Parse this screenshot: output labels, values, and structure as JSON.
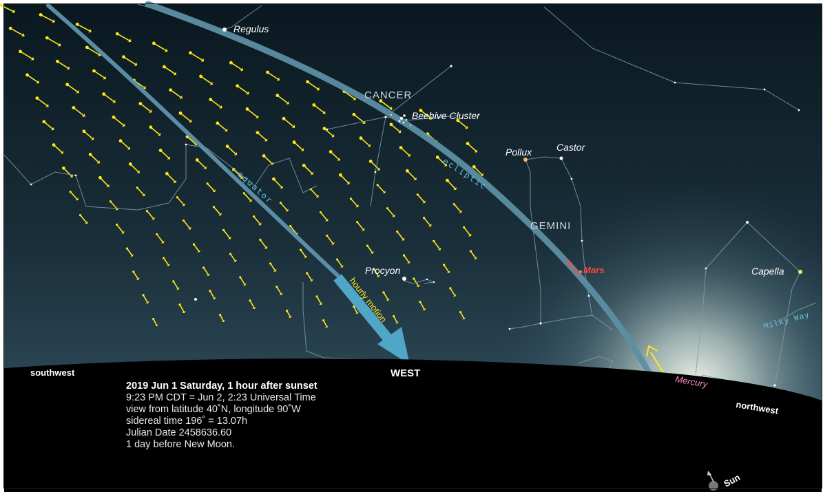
{
  "labels": {
    "regulus": "Regulus",
    "cancer": "CANCER",
    "beehive": "Beehive Cluster",
    "pollux": "Pollux",
    "castor": "Castor",
    "gemini": "GEMINI",
    "mars": "Mars",
    "procyon": "Procyon",
    "capella": "Capella",
    "milky_way": "Milky Way",
    "ecliptic": "ecliptic",
    "equator": "equator",
    "hourly_motion": "hourly motion",
    "mercury": "Mercury",
    "sun": "Sun"
  },
  "horizon": {
    "southwest": "southwest",
    "west": "WEST",
    "northwest": "northwest"
  },
  "info": {
    "title": "2019 Jun 1 Saturday, 1 hour after sunset",
    "time": " 9:23 PM CDT = Jun 2, 2:23 Universal Time",
    "location": "view from latitude 40˚N, longitude  90˚W",
    "sidereal": "sidereal time 196˚ = 13.07h",
    "julian": "Julian Date 2458636.60",
    "moon": "1 day before New Moon."
  },
  "colors": {
    "sky_top": "#0b1a22",
    "sky_bottom": "#2e4a58",
    "twilight_glow": "#dfe6dd",
    "ground": "#000000",
    "motion_arrows": "#ffe81a",
    "ecliptic": "#5d8ea3",
    "equator": "#5f92ab",
    "hourly_motion_arrow": "#4fa6c6",
    "mars": "#ff4a3a",
    "mercury": "#ff88c8",
    "constellation_lines": "#7ea0ac",
    "label_text": "#ffffff"
  }
}
